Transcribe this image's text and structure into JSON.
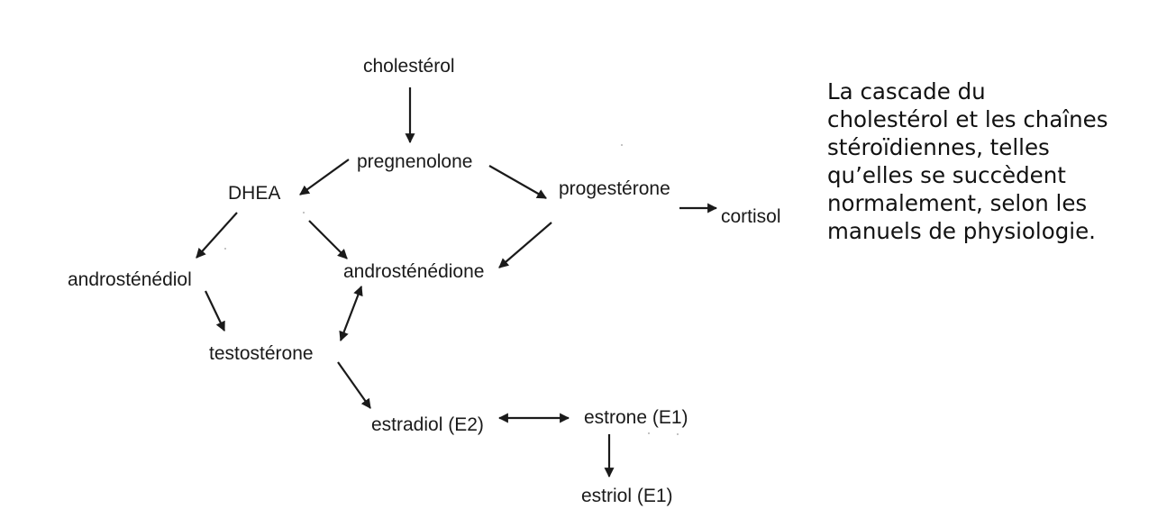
{
  "diagram": {
    "nodes": {
      "cholesterol": "cholestérol",
      "pregnenolone": "pregnenolone",
      "dhea": "DHEA",
      "progesterone": "progestérone",
      "cortisol": "cortisol",
      "androstenediol": "androsténédiol",
      "androstenedione": "androsténédione",
      "testosterone": "testostérone",
      "estradiol": "estradiol (E2)",
      "estrone": "estrone (E1)",
      "estriol": "estriol (E1)"
    },
    "edges": [
      {
        "from": "cholestérol",
        "to": "pregnenolone",
        "direction": "forward"
      },
      {
        "from": "pregnenolone",
        "to": "DHEA",
        "direction": "forward"
      },
      {
        "from": "pregnenolone",
        "to": "progestérone",
        "direction": "forward"
      },
      {
        "from": "progestérone",
        "to": "cortisol",
        "direction": "forward"
      },
      {
        "from": "DHEA",
        "to": "androsténédiol",
        "direction": "forward"
      },
      {
        "from": "DHEA",
        "to": "androsténédione",
        "direction": "forward"
      },
      {
        "from": "progestérone",
        "to": "androsténédione",
        "direction": "forward"
      },
      {
        "from": "androsténédiol",
        "to": "testostérone",
        "direction": "forward"
      },
      {
        "from": "androsténédione",
        "to": "testostérone",
        "direction": "both"
      },
      {
        "from": "testostérone",
        "to": "estradiol (E2)",
        "direction": "forward"
      },
      {
        "from": "estradiol (E2)",
        "to": "estrone (E1)",
        "direction": "both"
      },
      {
        "from": "estrone (E1)",
        "to": "estriol (E1)",
        "direction": "forward"
      }
    ]
  },
  "caption": {
    "lines": [
      "La cascade du",
      "cholestérol et les chaînes",
      "stéroïdiennes, telles",
      "qu’elles se succèdent",
      "normalement, selon les",
      "manuels de physiologie."
    ]
  }
}
